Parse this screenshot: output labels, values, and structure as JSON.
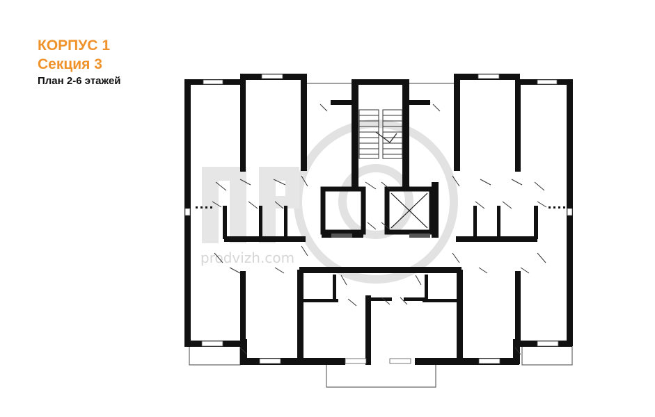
{
  "header": {
    "building": "КОРПУС 1",
    "section": "Секция 3",
    "plan": "План 2-6 этажей"
  },
  "watermark": {
    "text": "prodvizh.com"
  },
  "colors": {
    "accent": "#f0922a",
    "wall": "#111111",
    "thin_line": "#555555",
    "watermark": "#d6d6d6"
  }
}
